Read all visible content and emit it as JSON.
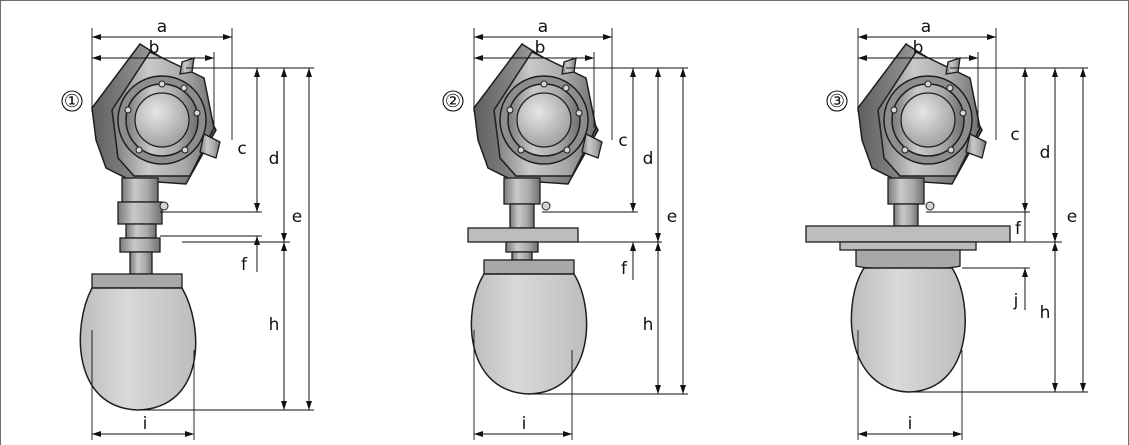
{
  "variants": [
    {
      "number": "①",
      "labels": {
        "a": "a",
        "b": "b",
        "c": "c",
        "d": "d",
        "e": "e",
        "f": "f",
        "h": "h",
        "i": "i"
      }
    },
    {
      "number": "②",
      "labels": {
        "a": "a",
        "b": "b",
        "c": "c",
        "d": "d",
        "e": "e",
        "f": "f",
        "h": "h",
        "i": "i"
      }
    },
    {
      "number": "③",
      "labels": {
        "a": "a",
        "b": "b",
        "c": "c",
        "d": "d",
        "e": "e",
        "f": "f",
        "h": "h",
        "i": "i",
        "j": "j"
      }
    }
  ]
}
